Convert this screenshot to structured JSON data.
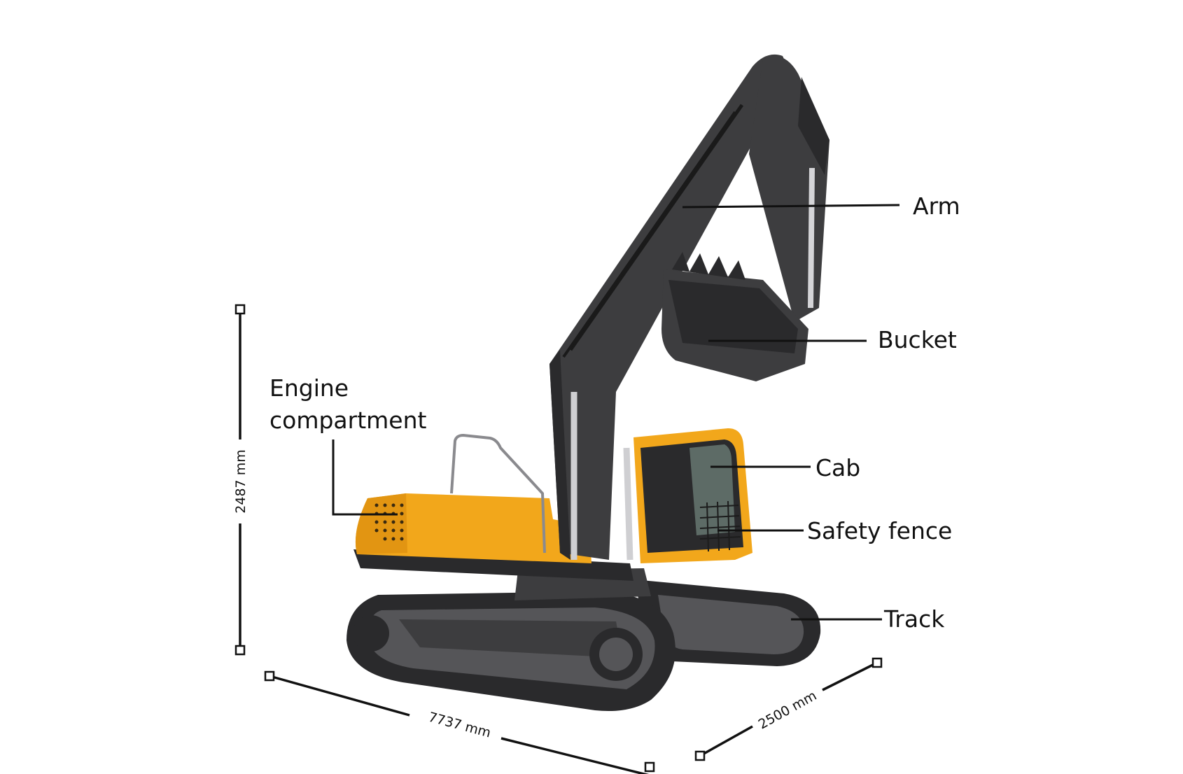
{
  "labels": {
    "arm": "Arm",
    "bucket": "Bucket",
    "engine_line1": "Engine",
    "engine_line2": "compartment",
    "cab": "Cab",
    "safety_fence": "Safety fence",
    "track": "Track"
  },
  "dimensions": {
    "height": "2487 mm",
    "length": "7737 mm",
    "width": "2500 mm"
  },
  "colors": {
    "body_yellow": "#f2a71b",
    "steel_dark": "#3d3d3f",
    "line": "#111111"
  }
}
